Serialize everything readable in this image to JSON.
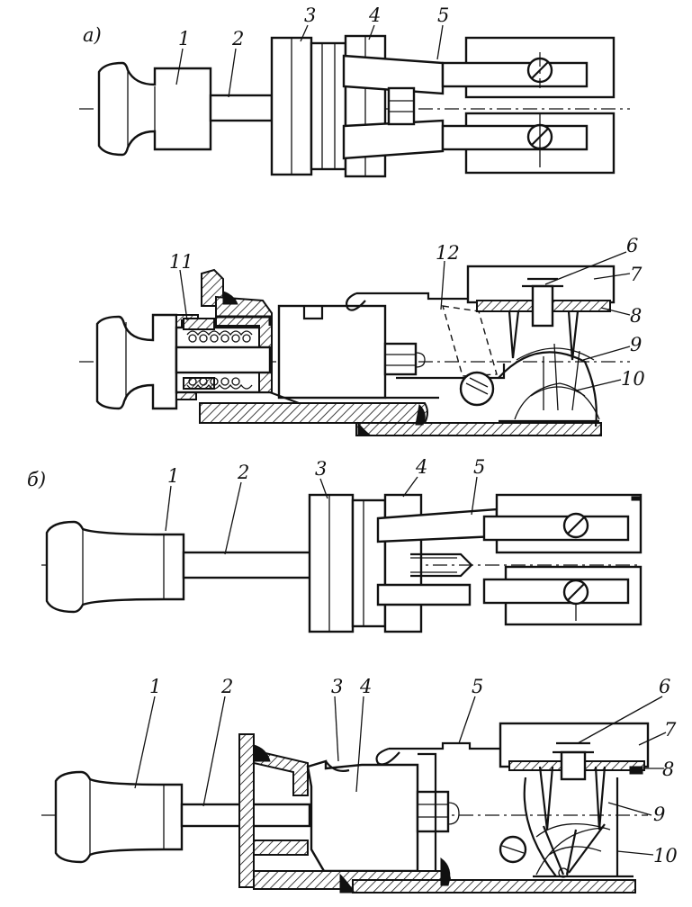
{
  "figure": {
    "views": [
      {
        "id": "a",
        "label": "а)",
        "top_callouts": [
          "1",
          "2",
          "3",
          "4",
          "5"
        ],
        "section_callouts": [
          "6",
          "7",
          "8",
          "9",
          "10",
          "11",
          "12"
        ]
      },
      {
        "id": "b",
        "label": "б)",
        "top_callouts": [
          "1",
          "2",
          "3",
          "4",
          "5"
        ],
        "section_callouts": [
          "1",
          "2",
          "3",
          "4",
          "5",
          "6",
          "7",
          "8",
          "9",
          "10"
        ]
      }
    ]
  }
}
